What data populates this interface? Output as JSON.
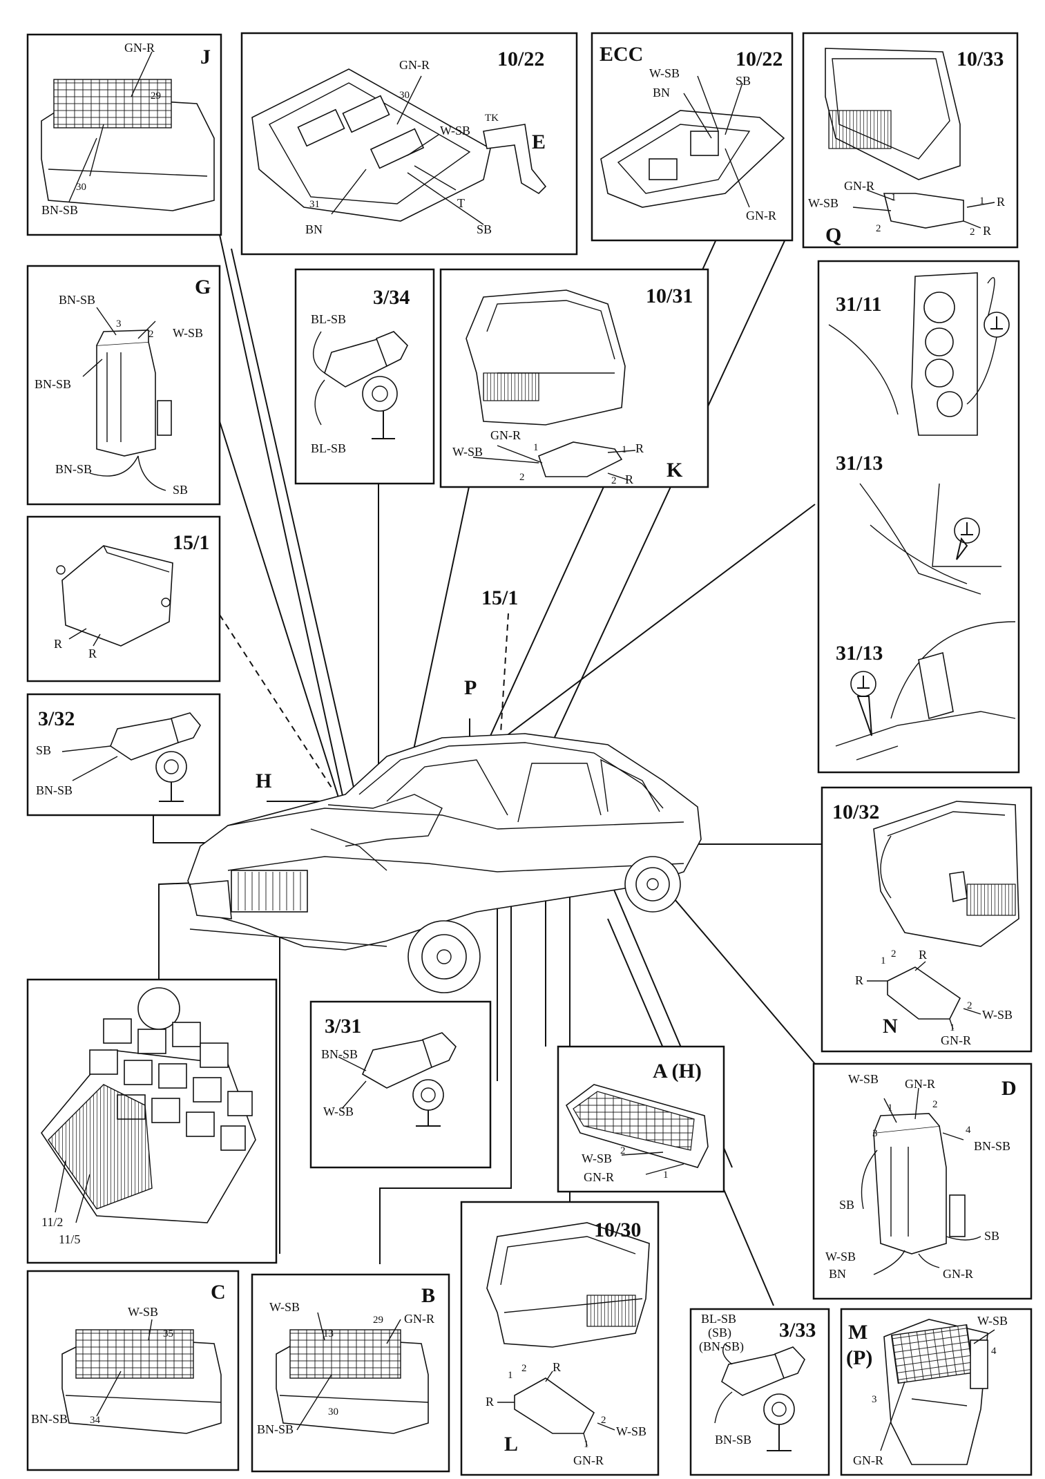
{
  "panels": {
    "J": {
      "title": "J",
      "wires": [
        "GN-R",
        "BN-SB"
      ],
      "pins": [
        "29",
        "30"
      ]
    },
    "E": {
      "ref": "10/22",
      "title": "E",
      "wires": [
        "GN-R",
        "W-SB",
        "TK",
        "T",
        "SB",
        "BN"
      ],
      "pins": [
        "30",
        "31"
      ]
    },
    "ECC": {
      "title": "ECC",
      "ref": "10/22",
      "wires": [
        "W-SB",
        "BN",
        "SB",
        "GN-R"
      ]
    },
    "Q": {
      "ref": "10/33",
      "title": "Q",
      "wires": [
        "GN-R",
        "W-SB",
        "R",
        "R"
      ],
      "pins": [
        "1",
        "2",
        "1",
        "2"
      ]
    },
    "G": {
      "title": "G",
      "wires": [
        "BN-SB",
        "W-SB",
        "BN-SB",
        "BN-SB",
        "SB"
      ],
      "pins": [
        "3",
        "2"
      ]
    },
    "s334": {
      "ref": "3/34",
      "wires": [
        "BL-SB",
        "BL-SB"
      ]
    },
    "K": {
      "ref": "10/31",
      "title": "K",
      "wires": [
        "GN-R",
        "W-SB",
        "R",
        "R"
      ],
      "pins": [
        "1",
        "2",
        "1",
        "2"
      ]
    },
    "R3111": {
      "ref": "31/11"
    },
    "R3113a": {
      "ref": "31/13"
    },
    "R3113b": {
      "ref": "31/13"
    },
    "s151": {
      "ref": "15/1",
      "wires": [
        "R",
        "R"
      ]
    },
    "car": {
      "ref": "15/1",
      "p": "P",
      "h": "H"
    },
    "s332": {
      "ref": "3/32",
      "wires": [
        "SB",
        "BN-SB"
      ]
    },
    "N": {
      "ref": "10/32",
      "title": "N",
      "wires": [
        "R",
        "R",
        "W-SB",
        "GN-R"
      ],
      "pins": [
        "1",
        "2",
        "2",
        "1"
      ]
    },
    "relay": {
      "labels": [
        "11/2",
        "11/5"
      ]
    },
    "s331": {
      "ref": "3/31",
      "wires": [
        "BN-SB",
        "W-SB"
      ]
    },
    "A": {
      "title": "A (H)",
      "wires": [
        "W-SB",
        "GN-R"
      ],
      "pins": [
        "2",
        "1"
      ]
    },
    "D": {
      "title": "D",
      "wires": [
        "W-SB",
        "GN-R",
        "BN-SB",
        "SB",
        "SB",
        "W-SB",
        "BN",
        "GN-R"
      ],
      "pins": [
        "1",
        "2",
        "3",
        "4"
      ]
    },
    "C": {
      "title": "C",
      "wires": [
        "W-SB",
        "BN-SB"
      ],
      "pins": [
        "35",
        "34"
      ]
    },
    "B": {
      "title": "B",
      "wires": [
        "W-SB",
        "GN-R",
        "BN-SB"
      ],
      "pins": [
        "13",
        "29",
        "30"
      ]
    },
    "L": {
      "ref": "10/30",
      "title": "L",
      "wires": [
        "R",
        "R",
        "W-SB",
        "GN-R"
      ],
      "pins": [
        "1",
        "2",
        "2",
        "1"
      ]
    },
    "s333": {
      "ref": "3/33",
      "wires": [
        "BL-SB",
        "(SB)",
        "(BN-SB)",
        "BN-SB"
      ]
    },
    "M": {
      "title": "M",
      "sub": "(P)",
      "wires": [
        "W-SB",
        "GN-R"
      ],
      "pins": [
        "4",
        "3"
      ]
    }
  }
}
